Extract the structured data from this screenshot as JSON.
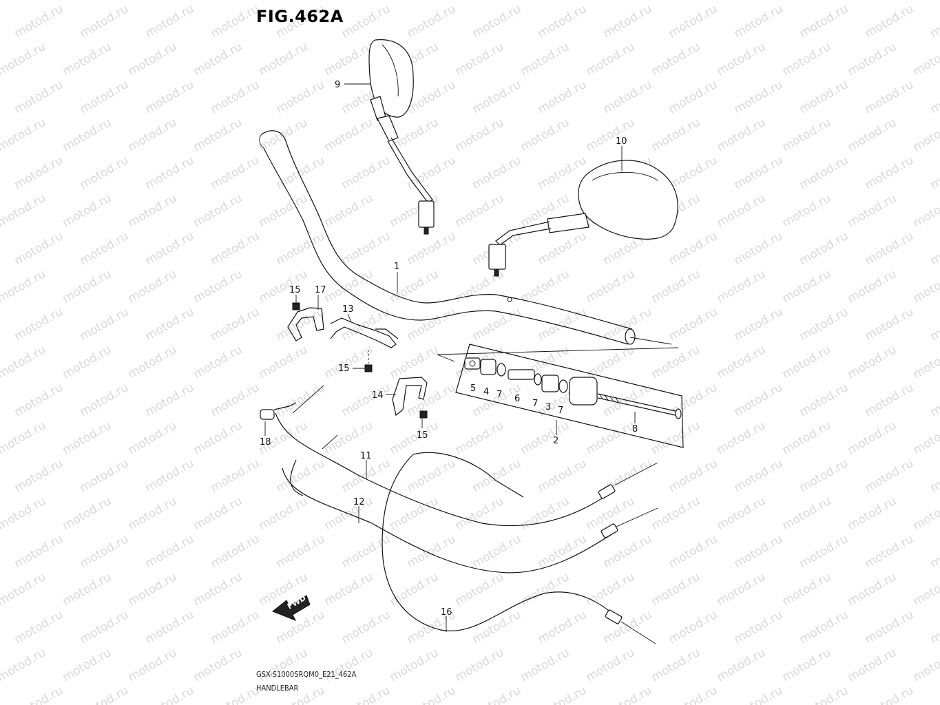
{
  "figure": {
    "title": "FIG.462A",
    "model_code": "GSX-S1000SRQM0_E21_462A",
    "section_name": "HANDLEBAR"
  },
  "watermark": {
    "text": "motod.ru",
    "color": "#d9d9d9"
  },
  "fwd_arrow": {
    "label": "FWD"
  },
  "callouts": [
    {
      "id": "c1",
      "label": "1"
    },
    {
      "id": "c2",
      "label": "2"
    },
    {
      "id": "c3",
      "label": "3"
    },
    {
      "id": "c4",
      "label": "4"
    },
    {
      "id": "c5",
      "label": "5"
    },
    {
      "id": "c6",
      "label": "6"
    },
    {
      "id": "c7a",
      "label": "7"
    },
    {
      "id": "c7b",
      "label": "7"
    },
    {
      "id": "c7c",
      "label": "7"
    },
    {
      "id": "c8",
      "label": "8"
    },
    {
      "id": "c9",
      "label": "9"
    },
    {
      "id": "c10",
      "label": "10"
    },
    {
      "id": "c11",
      "label": "11"
    },
    {
      "id": "c12",
      "label": "12"
    },
    {
      "id": "c13",
      "label": "13"
    },
    {
      "id": "c14",
      "label": "14"
    },
    {
      "id": "c15a",
      "label": "15"
    },
    {
      "id": "c15b",
      "label": "15"
    },
    {
      "id": "c15c",
      "label": "15"
    },
    {
      "id": "c16",
      "label": "16"
    },
    {
      "id": "c17",
      "label": "17"
    },
    {
      "id": "c18",
      "label": "18"
    }
  ]
}
